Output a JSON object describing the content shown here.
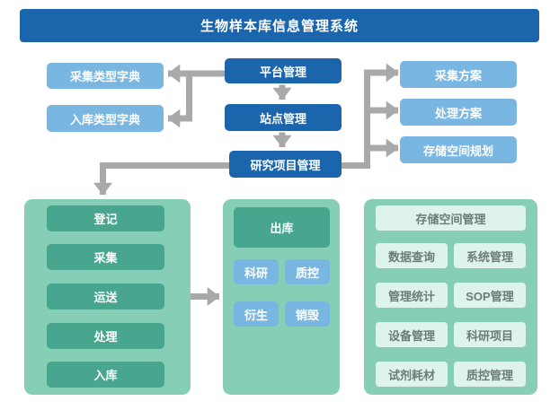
{
  "title": "生物样本库信息管理系统",
  "colors": {
    "banner_blue": "#1b65ad",
    "light_blue": "#79b7e2",
    "panel_green": "#87ceb6",
    "dark_green": "#48a68e",
    "pale_green": "#def3e9",
    "pale_text": "#6b7d78",
    "arrow_gray": "#a9a9a9"
  },
  "flow": {
    "center_chain": [
      {
        "label": "平台管理"
      },
      {
        "label": "站点管理"
      },
      {
        "label": "研究项目管理"
      }
    ],
    "left_dictionaries": [
      {
        "label": "采集类型字典"
      },
      {
        "label": "入库类型字典"
      }
    ],
    "right_plans": [
      {
        "label": "采集方案"
      },
      {
        "label": "处理方案"
      },
      {
        "label": "存储空间规划"
      }
    ]
  },
  "panels": {
    "workflow": {
      "steps": [
        {
          "label": "登记"
        },
        {
          "label": "采集"
        },
        {
          "label": "运送"
        },
        {
          "label": "处理"
        },
        {
          "label": "入库"
        }
      ]
    },
    "outbound": {
      "header": "出库",
      "actions": [
        {
          "label": "科研"
        },
        {
          "label": "质控"
        },
        {
          "label": "衍生"
        },
        {
          "label": "销毁"
        }
      ]
    },
    "management": {
      "header": "存储空间管理",
      "modules": [
        {
          "label": "数据查询"
        },
        {
          "label": "系统管理"
        },
        {
          "label": "管理统计"
        },
        {
          "label": "SOP管理"
        },
        {
          "label": "设备管理"
        },
        {
          "label": "科研项目"
        },
        {
          "label": "试剂耗材"
        },
        {
          "label": "质控管理"
        }
      ]
    }
  }
}
